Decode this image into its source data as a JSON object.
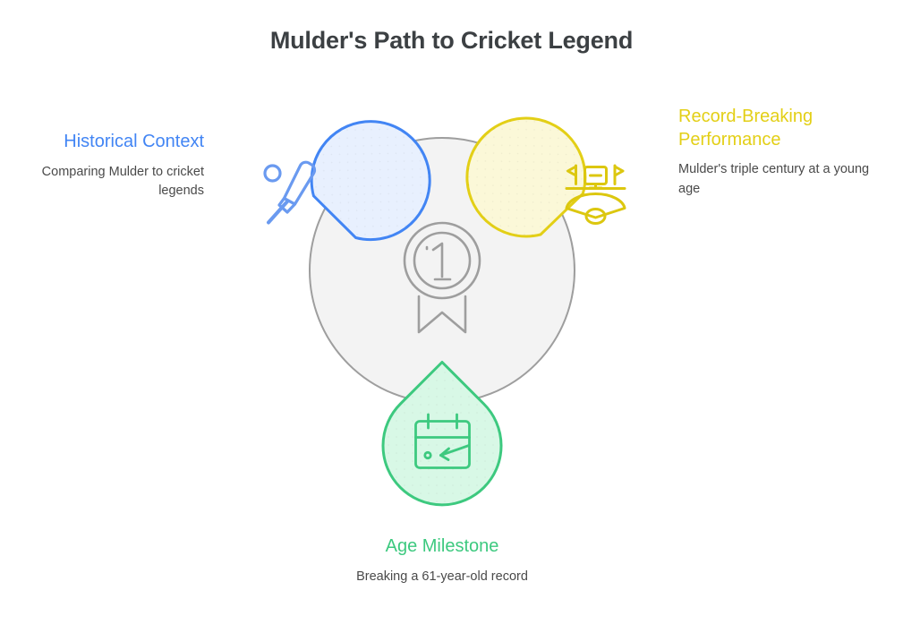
{
  "page": {
    "title": "Mulder's Path to Cricket Legend",
    "background_color": "#ffffff",
    "title_color": "#3c4043"
  },
  "center": {
    "name": "center-hub",
    "icon": "medal-first-place-icon",
    "badge_number": "1",
    "fill_color": "#f3f3f3",
    "stroke_color": "#9e9e9e"
  },
  "nodes": [
    {
      "id": "historical-context",
      "heading": "Historical Context",
      "description": "Comparing Mulder to cricket legends",
      "icon": "cricket-bat-and-ball-icon",
      "accent_color": "#4285f4",
      "fill_color": "#e8f0fe",
      "position": "left"
    },
    {
      "id": "record-breaking-performance",
      "heading": "Record-Breaking Performance",
      "description": "Mulder's triple century at a young age",
      "icon": "stadium-scoreboard-icon",
      "accent_color": "#e3cf16",
      "fill_color": "#fbf8d8",
      "position": "right"
    },
    {
      "id": "age-milestone",
      "heading": "Age Milestone",
      "description": "Breaking a 61-year-old record",
      "icon": "calendar-arrow-icon",
      "accent_color": "#3dc97f",
      "fill_color": "#d8f8e6",
      "position": "bottom"
    }
  ]
}
